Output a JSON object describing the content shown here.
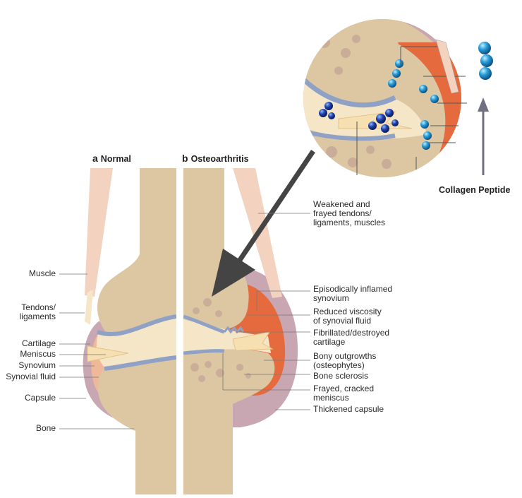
{
  "panels": {
    "normal": {
      "letter": "a",
      "title": "Normal"
    },
    "oa": {
      "letter": "b",
      "title": "Osteoarthritis"
    }
  },
  "left_labels": [
    "Muscle",
    "Tendons/\nligaments",
    "Cartilage",
    "Meniscus",
    "Synovium",
    "Synovial fluid",
    "Capsule",
    "Bone"
  ],
  "right_labels": [
    "Weakened and\nfrayed tendons/\nligaments, muscles",
    "Episodically inflamed\nsynovium",
    "Reduced viscosity\nof synovial fluid",
    "Fibrillated/destroyed\ncartilage",
    "Bony outgrowths\n(osteophytes)",
    "Bone sclerosis",
    "Frayed, cracked\nmeniscus",
    "Thickened capsule"
  ],
  "collagen": {
    "label": "Collagen Peptide"
  },
  "colors": {
    "bone": "#dcc7a2",
    "bone_shade": "#cdb58d",
    "cartilage": "#8fa2c6",
    "capsule": "#c8a7b3",
    "synovium": "#f0a17e",
    "inflamed": "#e56b3f",
    "meniscus": "#f6dfb0",
    "muscle": "#f3d2bf",
    "peptide": "#1d7fb8",
    "arrow": "#444444",
    "peptide_arrow": "#707080"
  }
}
